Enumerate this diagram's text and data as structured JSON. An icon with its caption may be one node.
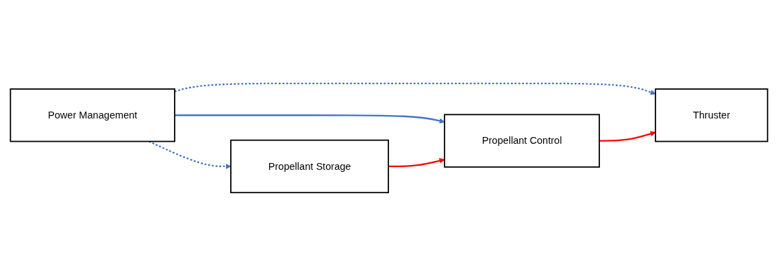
{
  "diagram": {
    "nodes": [
      {
        "text": [
          "Power Management"
        ]
      },
      {
        "text": [
          "Propellant Control"
        ]
      },
      {
        "text": [
          "Thruster"
        ]
      },
      {
        "text": [
          "Propellant Storage"
        ]
      }
    ],
    "edges": [
      {
        "from": 0,
        "to": 1,
        "arrow": "to"
      },
      {
        "from": 0,
        "to": 2,
        "arrow": "to",
        "style": "dashed"
      },
      {
        "from": 0,
        "to": 3,
        "arrow": "to",
        "style": "dashed"
      },
      {
        "from": 3,
        "to": 1,
        "arrow": "to",
        "color": "#ff0000"
      },
      {
        "from": 1,
        "to": 2,
        "arrow": "to",
        "color": "#ff0000"
      }
    ]
  }
}
